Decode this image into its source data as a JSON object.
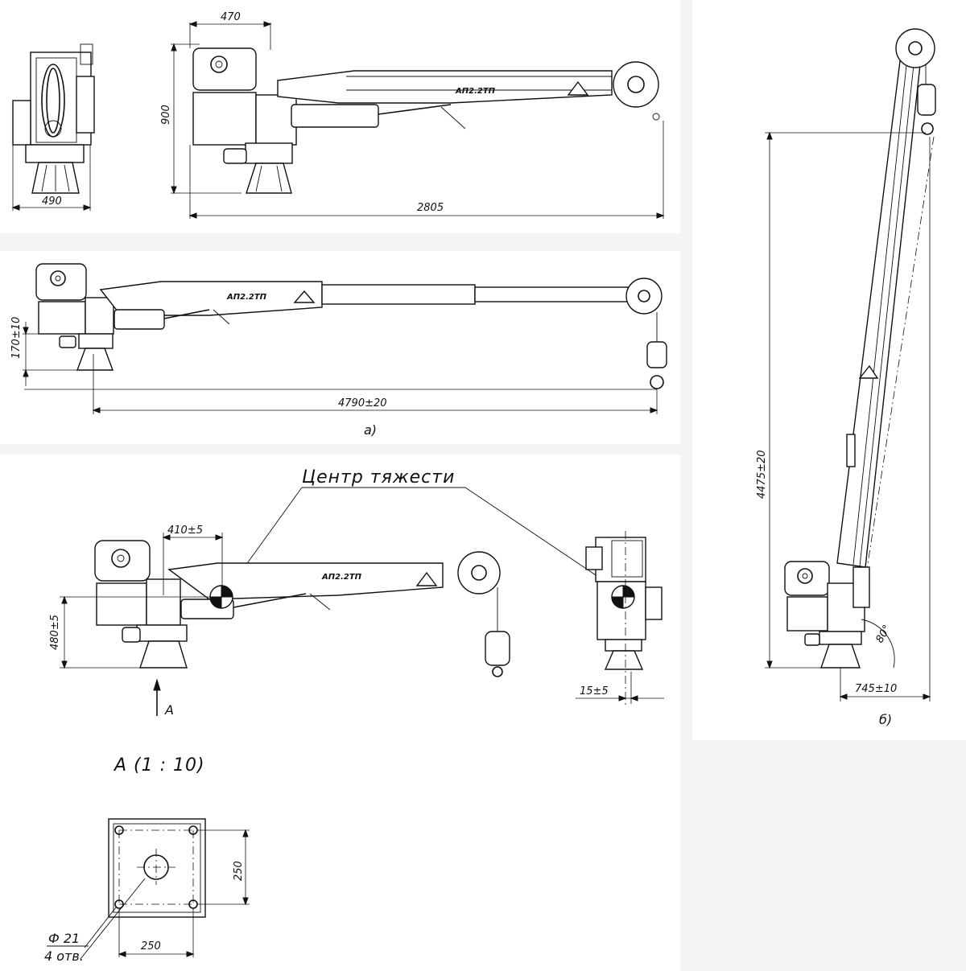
{
  "dimensions": {
    "side_width": "490",
    "top_width": "470",
    "height_900": "900",
    "length_2805": "2805",
    "height_170": "170±10",
    "reach_4790": "4790±20",
    "offset_410": "410±5",
    "height_480": "480±5",
    "offset_15": "15±5",
    "vertical_4475": "4475±20",
    "base_745": "745±10",
    "angle_80": "80°",
    "plate_250_h": "250",
    "plate_250_v": "250",
    "hole_diameter": "Ф 21",
    "hole_count": "4 отв."
  },
  "labels": {
    "view_a": "а)",
    "view_b": "б)",
    "center_of_gravity": "Центр тяжести",
    "arrow_a": "А",
    "detail_a": "А (1 : 10)",
    "logo": "АП2.2ТП"
  }
}
